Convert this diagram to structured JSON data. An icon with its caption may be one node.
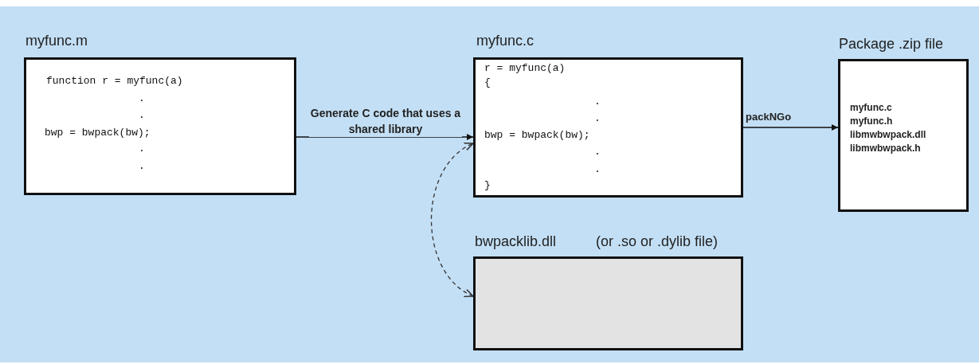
{
  "diagram": {
    "nodes": [
      {
        "text": [
          "myfunc.m",
          "function r = myfunc(a)",
          ".",
          ".",
          "bwp = bwpack(bw);",
          ".",
          "."
        ]
      },
      {
        "text": [
          "myfunc.c",
          "r = myfunc(a)",
          "{",
          ".",
          ".",
          "bwp = bwpack(bw);",
          ".",
          ".",
          "}"
        ]
      },
      {
        "text": [
          "Package .zip file",
          "myfunc.c",
          "myfunc.h",
          "libmwbwpack.dll",
          "libmwbwpack.h"
        ]
      },
      {
        "text": [
          "bwpacklib.dll",
          "(or .so or .dylib file)"
        ]
      }
    ],
    "edges": [
      {
        "from": 0,
        "to": 1,
        "arrow": "to",
        "label": "Generate C code that uses a shared library"
      },
      {
        "from": 1,
        "to": 2,
        "arrow": "to",
        "label": "packNGo"
      },
      {
        "from": 3,
        "to": 1,
        "arrow": "both",
        "style": "dashed"
      }
    ]
  }
}
